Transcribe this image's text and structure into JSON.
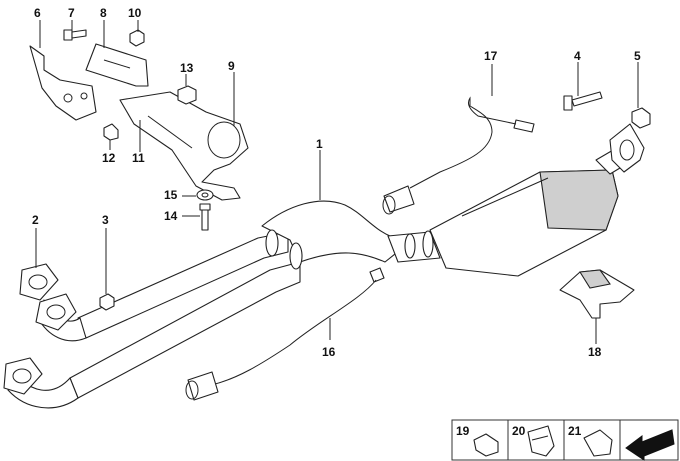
{
  "callouts": {
    "c1": "1",
    "c2": "2",
    "c3": "3",
    "c4": "4",
    "c5": "5",
    "c6": "6",
    "c7": "7",
    "c8": "8",
    "c9": "9",
    "c10": "10",
    "c11": "11",
    "c12": "12",
    "c13": "13",
    "c14": "14",
    "c15": "15",
    "c16": "16",
    "c17": "17",
    "c18": "18"
  },
  "legend": {
    "item19": "19",
    "item20": "20",
    "item21": "21"
  }
}
